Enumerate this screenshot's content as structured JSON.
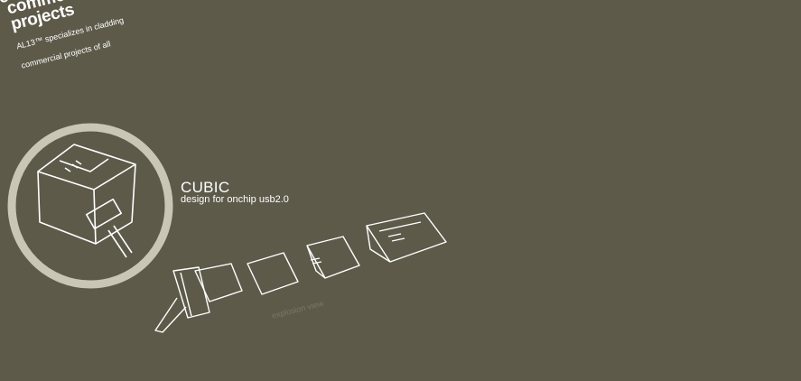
{
  "promo": {
    "cut_title": "co",
    "title_line1": "commercial",
    "title_line2": "projects",
    "blurb_line1": "AL13™ specializes in cladding",
    "blurb_line2": "commercial projects of all"
  },
  "product": {
    "name": "CUBIC",
    "subtitle": "design for onchip usb2.0",
    "explosion_label": "explosion view"
  },
  "colors": {
    "background": "#5d5a4a",
    "line": "#ffffff",
    "circle": "#c9c6b6"
  }
}
